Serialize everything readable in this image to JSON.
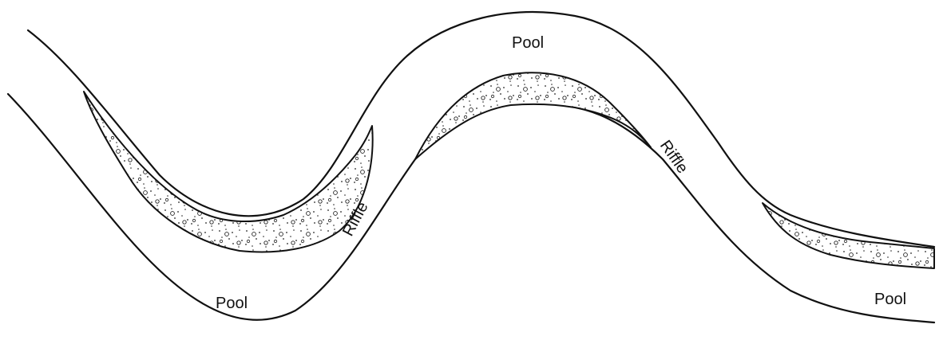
{
  "labels": {
    "pool_top": "Pool",
    "pool_left": "Pool",
    "pool_right": "Pool",
    "riffle_left": "Riffle",
    "riffle_right": "Riffle"
  }
}
